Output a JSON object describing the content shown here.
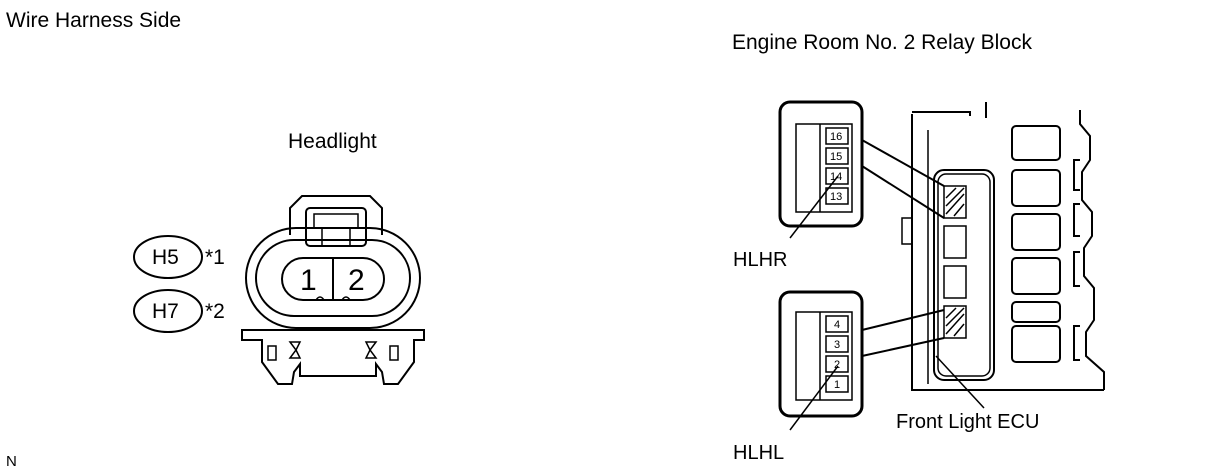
{
  "left_panel": {
    "title": "Wire Harness Side",
    "connector_title": "Headlight",
    "pin_labels": [
      "1",
      "2"
    ],
    "connector_codes": [
      {
        "code": "H5",
        "note": "*1"
      },
      {
        "code": "H7",
        "note": "*2"
      }
    ],
    "footer_code": "N"
  },
  "right_panel": {
    "title": "Engine Room No. 2 Relay Block",
    "upper_callout": {
      "terminals": [
        "16",
        "15",
        "14",
        "13"
      ],
      "label": "HLHR"
    },
    "lower_callout": {
      "terminals": [
        "4",
        "3",
        "2",
        "1"
      ],
      "label": "HLHL"
    },
    "ecu_label": "Front Light ECU"
  }
}
